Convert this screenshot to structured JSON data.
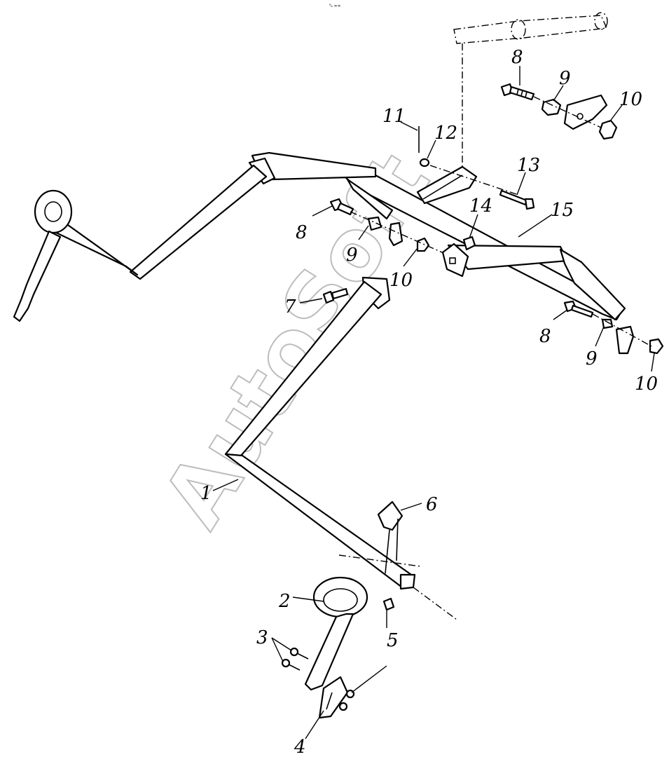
{
  "watermark": "AutoSoft",
  "header_mark": "⁹ₐ ∞∞",
  "callouts": [
    {
      "id": "c1",
      "label": "1"
    },
    {
      "id": "c2",
      "label": "2"
    },
    {
      "id": "c3",
      "label": "3"
    },
    {
      "id": "c4",
      "label": "4"
    },
    {
      "id": "c5",
      "label": "5"
    },
    {
      "id": "c6",
      "label": "6"
    },
    {
      "id": "c7",
      "label": "7"
    },
    {
      "id": "c8a",
      "label": "8"
    },
    {
      "id": "c8b",
      "label": "8"
    },
    {
      "id": "c8c",
      "label": "8"
    },
    {
      "id": "c9a",
      "label": "9"
    },
    {
      "id": "c9b",
      "label": "9"
    },
    {
      "id": "c9c",
      "label": "9"
    },
    {
      "id": "c10a",
      "label": "10"
    },
    {
      "id": "c10b",
      "label": "10"
    },
    {
      "id": "c10c",
      "label": "10"
    },
    {
      "id": "c11",
      "label": "11"
    },
    {
      "id": "c12",
      "label": "12"
    },
    {
      "id": "c13",
      "label": "13"
    },
    {
      "id": "c14",
      "label": "14"
    },
    {
      "id": "c15",
      "label": "15"
    }
  ]
}
